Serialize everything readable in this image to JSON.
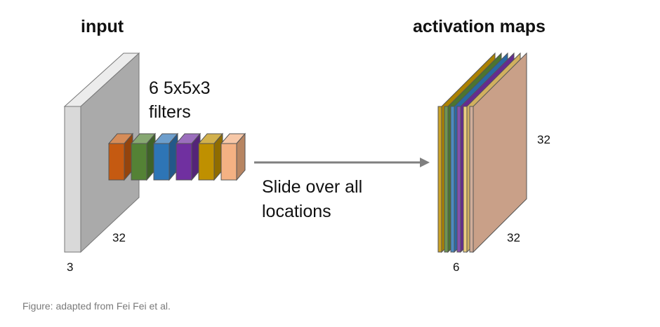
{
  "input": {
    "title": "input",
    "depth_label": "3",
    "width_label": "32"
  },
  "filters": {
    "label_line1": "6 5x5x3",
    "label_line2": "filters",
    "colors": [
      "#c55a11",
      "#548235",
      "#2e75b6",
      "#7030a0",
      "#bf9000",
      "#f4b183"
    ]
  },
  "arrow": {
    "label_line1": "Slide over all",
    "label_line2": "locations"
  },
  "activation_maps": {
    "title": "activation maps",
    "height_label": "32",
    "width_label": "32",
    "count_label": "6",
    "colors": [
      "#bf9000",
      "#548235",
      "#2e75b6",
      "#7030a0",
      "#e8c46a",
      "#c9a088"
    ]
  },
  "caption": "Figure: adapted from Fei Fei et al."
}
